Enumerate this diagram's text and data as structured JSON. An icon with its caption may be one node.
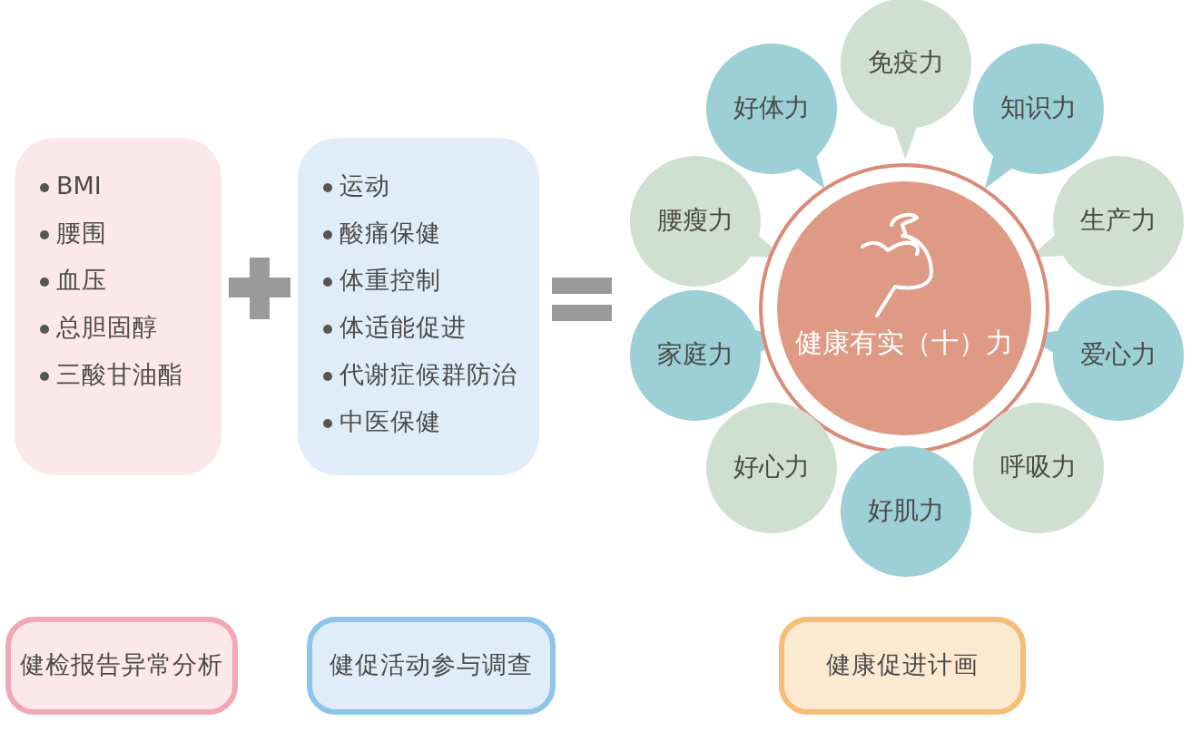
{
  "diagram": {
    "nodes": [
      {
        "text": [
          "BMI",
          "腰围",
          "血压",
          "总胆固醇",
          "三酸甘油酯"
        ]
      },
      {
        "text": [
          "运动",
          "酸痛保健",
          "体重控制",
          "体适能促进",
          "代谢症候群防治",
          "中医保健"
        ]
      },
      {
        "text": [
          "健康有实（十）力"
        ]
      },
      {
        "text": [
          "免疫力"
        ]
      },
      {
        "text": [
          "知识力"
        ]
      },
      {
        "text": [
          "生产力"
        ]
      },
      {
        "text": [
          "爱心力"
        ]
      },
      {
        "text": [
          "呼吸力"
        ]
      },
      {
        "text": [
          "好肌力"
        ]
      },
      {
        "text": [
          "好心力"
        ]
      },
      {
        "text": [
          "家庭力"
        ]
      },
      {
        "text": [
          "腰瘦力"
        ]
      },
      {
        "text": [
          "好体力"
        ]
      },
      {
        "text": [
          "健检报告异常分析"
        ]
      },
      {
        "text": [
          "健促活动参与调查"
        ]
      },
      {
        "text": [
          "健康促进计画"
        ]
      }
    ]
  }
}
